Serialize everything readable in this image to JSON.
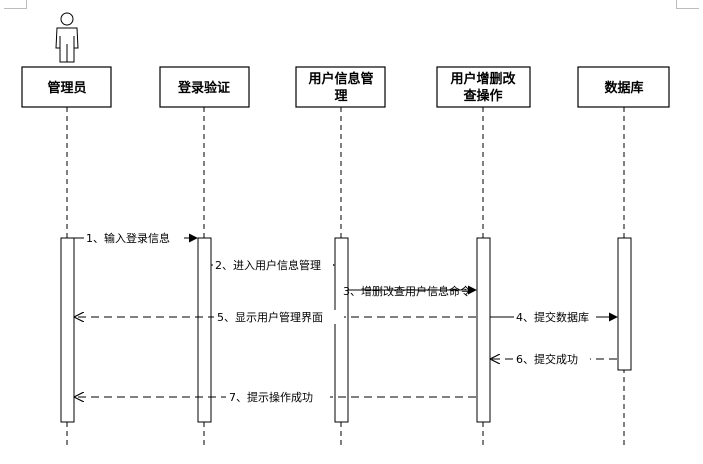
{
  "diagram": {
    "type": "sequence",
    "participants": [
      {
        "id": "admin",
        "label_lines": [
          "管理员"
        ],
        "actor": true
      },
      {
        "id": "login",
        "label_lines": [
          "登录验证"
        ]
      },
      {
        "id": "usermgr",
        "label_lines": [
          "用户信息管",
          "理"
        ]
      },
      {
        "id": "crud",
        "label_lines": [
          "用户增删改",
          "查操作"
        ]
      },
      {
        "id": "db",
        "label_lines": [
          "数据库"
        ]
      }
    ],
    "messages": [
      {
        "id": "m1",
        "from": "admin",
        "to": "login",
        "label": "1、输入登录信息",
        "style": "solid"
      },
      {
        "id": "m2",
        "from": "login",
        "to": "usermgr",
        "label": "2、进入用户信息管理",
        "style": "solid"
      },
      {
        "id": "m3",
        "from": "usermgr",
        "to": "crud",
        "label": "3、增删改查用户信息命令",
        "style": "solid"
      },
      {
        "id": "m4",
        "from": "crud",
        "to": "db",
        "label": "4、提交数据库",
        "style": "solid"
      },
      {
        "id": "m5",
        "from": "crud",
        "to": "admin",
        "label": "5、显示用户管理界面",
        "style": "dashed"
      },
      {
        "id": "m6",
        "from": "db",
        "to": "crud",
        "label": "6、提交成功",
        "style": "dashed"
      },
      {
        "id": "m7",
        "from": "crud",
        "to": "admin",
        "label": "7、提示操作成功",
        "style": "dashed"
      }
    ]
  }
}
